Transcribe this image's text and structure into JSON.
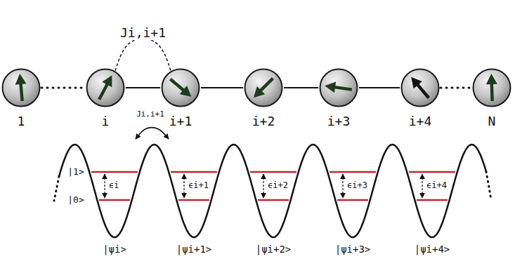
{
  "diagram": {
    "nodes": [
      {
        "text": [
          "1"
        ]
      },
      {
        "text": [
          "i"
        ]
      },
      {
        "text": [
          "i+1"
        ]
      },
      {
        "text": [
          "i+2"
        ]
      },
      {
        "text": [
          "i+3"
        ]
      },
      {
        "text": [
          "i+4"
        ]
      },
      {
        "text": [
          "N"
        ]
      }
    ],
    "edges": [
      {
        "from": 0,
        "to": 1,
        "arrow": "none"
      },
      {
        "from": 1,
        "to": 2,
        "arrow": "none"
      },
      {
        "from": 1,
        "to": 2,
        "label": "Ji,i+1",
        "arrow": "none"
      },
      {
        "from": 2,
        "to": 3,
        "arrow": "none"
      },
      {
        "from": 3,
        "to": 4,
        "arrow": "none"
      },
      {
        "from": 4,
        "to": 5,
        "arrow": "none"
      },
      {
        "from": 5,
        "to": 6,
        "arrow": "none"
      }
    ],
    "labels": [
      "Ji,i+1",
      "|1>",
      "|0>",
      "ϵi",
      "ϵi+1",
      "ϵi+2",
      "ϵi+3",
      "ϵi+4",
      "|ψi>",
      "|ψi+1>",
      "|ψi+2>",
      "|ψi+3>",
      "|ψi+4>"
    ]
  }
}
